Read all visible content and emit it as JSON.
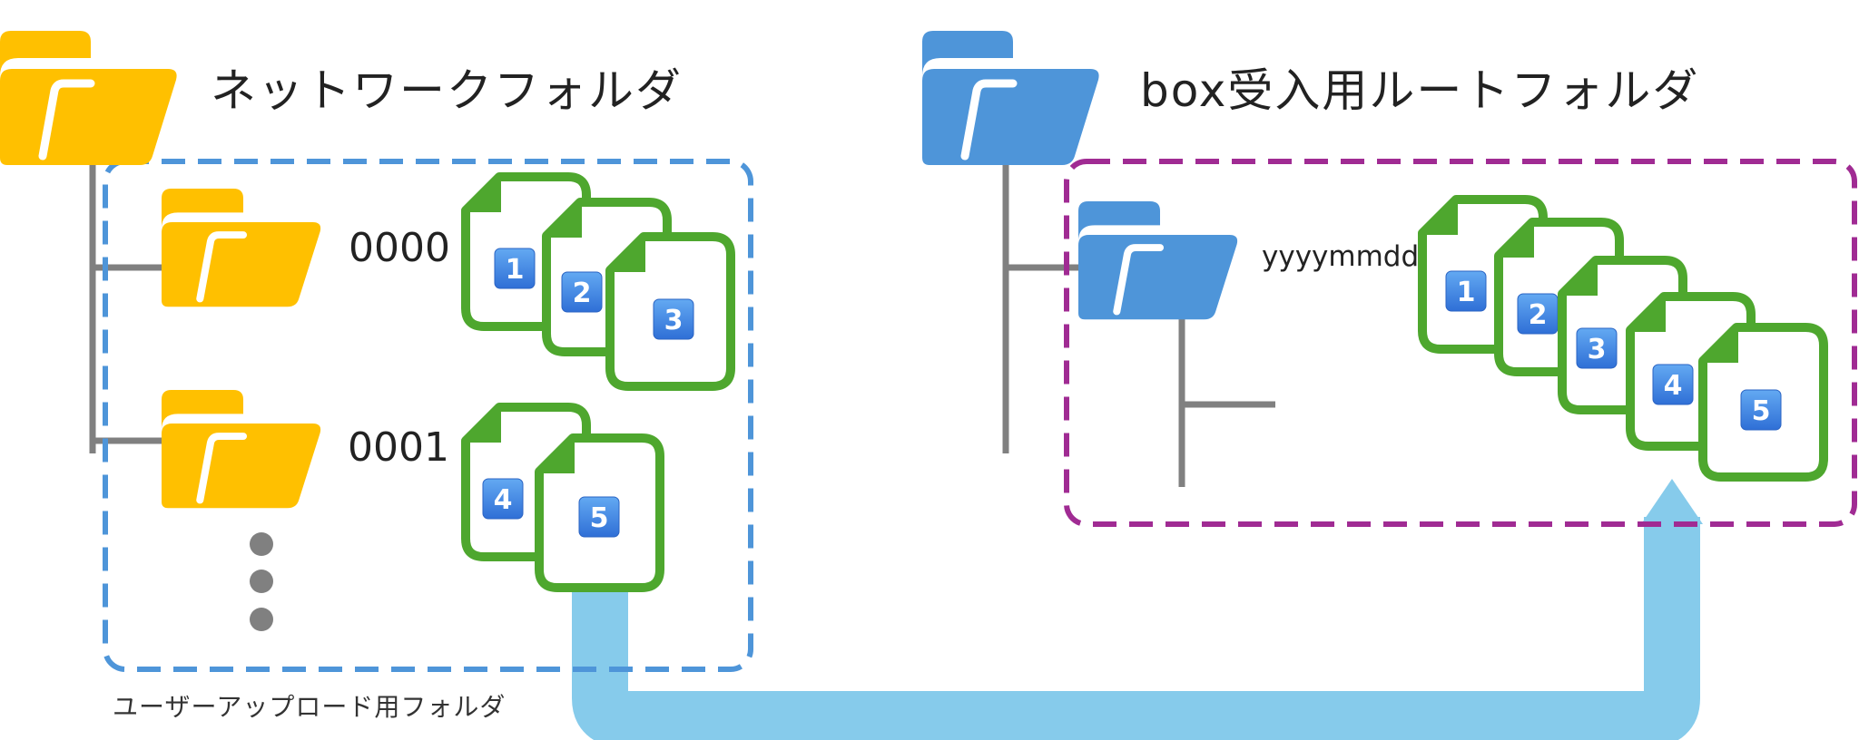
{
  "left": {
    "root_label": "ネットワークフォルダ",
    "subfolders": [
      {
        "label": "0000",
        "files": [
          "1",
          "2",
          "3"
        ]
      },
      {
        "label": "0001",
        "files": [
          "4",
          "5"
        ]
      }
    ],
    "group_caption": "ユーザーアップロード用フォルダ"
  },
  "right": {
    "root_label": "box受入用ルートフォルダ",
    "date_folder_label": "yyyymmdd",
    "files": [
      "1",
      "2",
      "3",
      "4",
      "5"
    ]
  },
  "colors": {
    "yellow_folder": "#FFC000",
    "blue_folder": "#4E95D9",
    "file_outline": "#4EA72E",
    "badge": "#3F84E5",
    "left_box_border": "#4E95D9",
    "right_box_border": "#A02B93",
    "arrow": "#86CBEB",
    "tree_line": "#808080"
  }
}
